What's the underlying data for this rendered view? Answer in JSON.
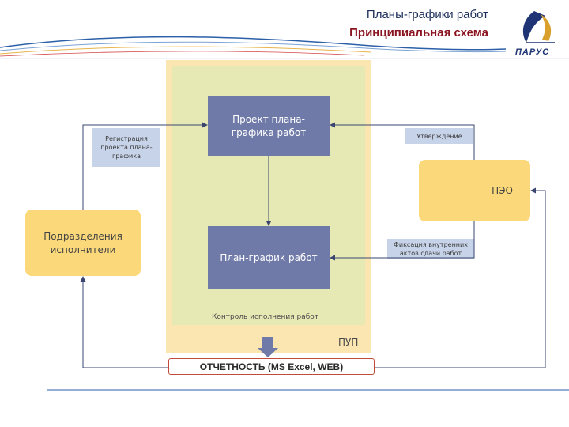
{
  "header": {
    "title": "Планы-графики работ",
    "subtitle": "Принципиальная схема",
    "logo_text": "ПАРУС"
  },
  "diagram": {
    "draft_plan": "Проект плана-графика работ",
    "plan_schedule": "План-график работ",
    "registration": "Регистрация проекта плана-графика",
    "approval": "Утверждение",
    "peo": "ПЭО",
    "executors": "Подразделения исполнители",
    "fixation": "Фиксация внутренних актов сдачи работ",
    "control": "Контроль исполнения работ",
    "pup": "ПУП",
    "reports": "ОТЧЕТНОСТЬ (MS Excel, WEB)"
  },
  "colors": {
    "pup_outer": "#fbe6b2",
    "pup_inner": "#e7e9b4",
    "process_box": "#6f7aa8",
    "label_box": "#c7d3e8",
    "actor_box": "#fbd97a",
    "title_dark": "#1c2f5a",
    "title_red": "#8b1421"
  }
}
